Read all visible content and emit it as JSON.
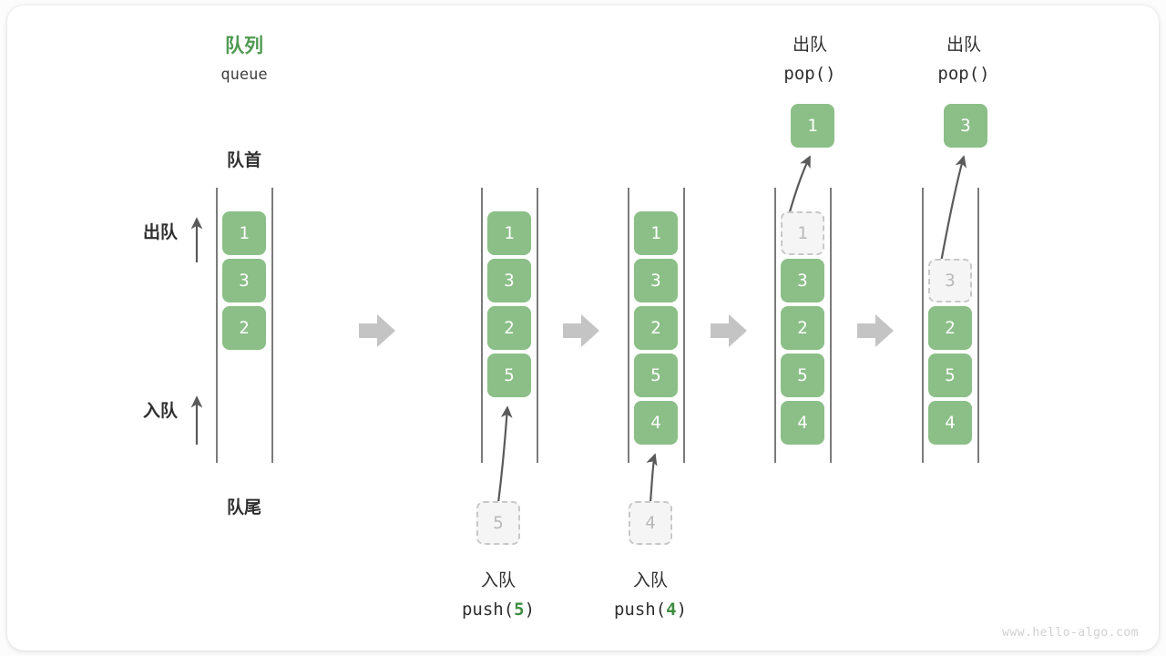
{
  "diagram": {
    "title_cn": "队列",
    "title_en": "queue",
    "front_label": "队首",
    "rear_label": "队尾",
    "dequeue_side_label": "出队",
    "enqueue_side_label": "入队",
    "watermark": "www.hello-algo.com",
    "colors": {
      "accent_green": "#4e9a51",
      "cell_green": "#8bbf87",
      "ghost_fill": "#f5f5f5",
      "ghost_border": "#c8c8c8",
      "ghost_text": "#b9b9b9",
      "rail": "#5a5a5a",
      "arrow_gray": "#c4c4c4",
      "text_dark": "#2f2f2f",
      "watermark_gray": "#d0d0d0"
    },
    "stages": [
      {
        "id": "initial",
        "caption_cn": "",
        "caption_code": "",
        "caption_code_value": "",
        "cells": [
          {
            "value": "1",
            "state": "filled"
          },
          {
            "value": "3",
            "state": "filled"
          },
          {
            "value": "2",
            "state": "filled"
          }
        ],
        "pending": null,
        "popped": null
      },
      {
        "id": "push-5",
        "caption_cn": "入队",
        "caption_code_prefix": "push(",
        "caption_code_value": "5",
        "caption_code_suffix": ")",
        "cells": [
          {
            "value": "1",
            "state": "filled"
          },
          {
            "value": "3",
            "state": "filled"
          },
          {
            "value": "2",
            "state": "filled"
          },
          {
            "value": "5",
            "state": "filled"
          }
        ],
        "pending": {
          "value": "5",
          "state": "ghost"
        },
        "popped": null
      },
      {
        "id": "push-4",
        "caption_cn": "入队",
        "caption_code_prefix": "push(",
        "caption_code_value": "4",
        "caption_code_suffix": ")",
        "cells": [
          {
            "value": "1",
            "state": "filled"
          },
          {
            "value": "3",
            "state": "filled"
          },
          {
            "value": "2",
            "state": "filled"
          },
          {
            "value": "5",
            "state": "filled"
          },
          {
            "value": "4",
            "state": "filled"
          }
        ],
        "pending": {
          "value": "4",
          "state": "ghost"
        },
        "popped": null
      },
      {
        "id": "pop-1",
        "caption_cn": "出队",
        "caption_code_prefix": "pop(",
        "caption_code_value": "",
        "caption_code_suffix": ")",
        "cells": [
          {
            "value": "1",
            "state": "ghost"
          },
          {
            "value": "3",
            "state": "filled"
          },
          {
            "value": "2",
            "state": "filled"
          },
          {
            "value": "5",
            "state": "filled"
          },
          {
            "value": "4",
            "state": "filled"
          }
        ],
        "pending": null,
        "popped": {
          "value": "1",
          "state": "filled"
        }
      },
      {
        "id": "pop-3",
        "caption_cn": "出队",
        "caption_code_prefix": "pop(",
        "caption_code_value": "",
        "caption_code_suffix": ")",
        "cells": [
          {
            "value": "",
            "state": "empty"
          },
          {
            "value": "3",
            "state": "ghost"
          },
          {
            "value": "2",
            "state": "filled"
          },
          {
            "value": "5",
            "state": "filled"
          },
          {
            "value": "4",
            "state": "filled"
          }
        ],
        "pending": null,
        "popped": {
          "value": "3",
          "state": "filled"
        }
      }
    ]
  }
}
